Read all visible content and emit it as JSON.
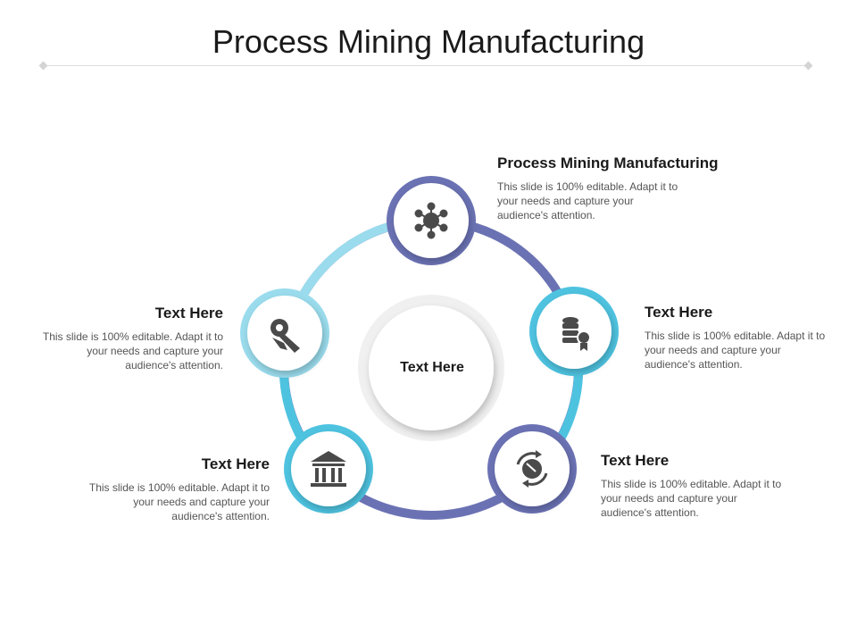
{
  "title": "Process Mining Manufacturing",
  "center_label": "Text Here",
  "colors": {
    "navy": "#6b72b4",
    "cyan": "#4ec3e0",
    "light_cyan": "#9adced"
  },
  "nodes": [
    {
      "icon": "network-icon",
      "title": "Process Mining Manufacturing",
      "body": "This slide is 100% editable. Adapt it to your needs and capture your audience's attention."
    },
    {
      "icon": "database-badge-icon",
      "title": "Text Here",
      "body": "This slide is 100% editable. Adapt it to your needs and capture your audience's attention."
    },
    {
      "icon": "circular-arrows-icon",
      "title": "Text Here",
      "body": "This slide is 100% editable. Adapt it to your needs and capture your audience's attention."
    },
    {
      "icon": "bank-building-icon",
      "title": "Text Here",
      "body": "This slide is 100% editable. Adapt it to your needs and capture your audience's attention."
    },
    {
      "icon": "wrench-gear-icon",
      "title": "Text Here",
      "body": "This slide is 100% editable. Adapt it to your needs and capture your audience's attention."
    }
  ]
}
